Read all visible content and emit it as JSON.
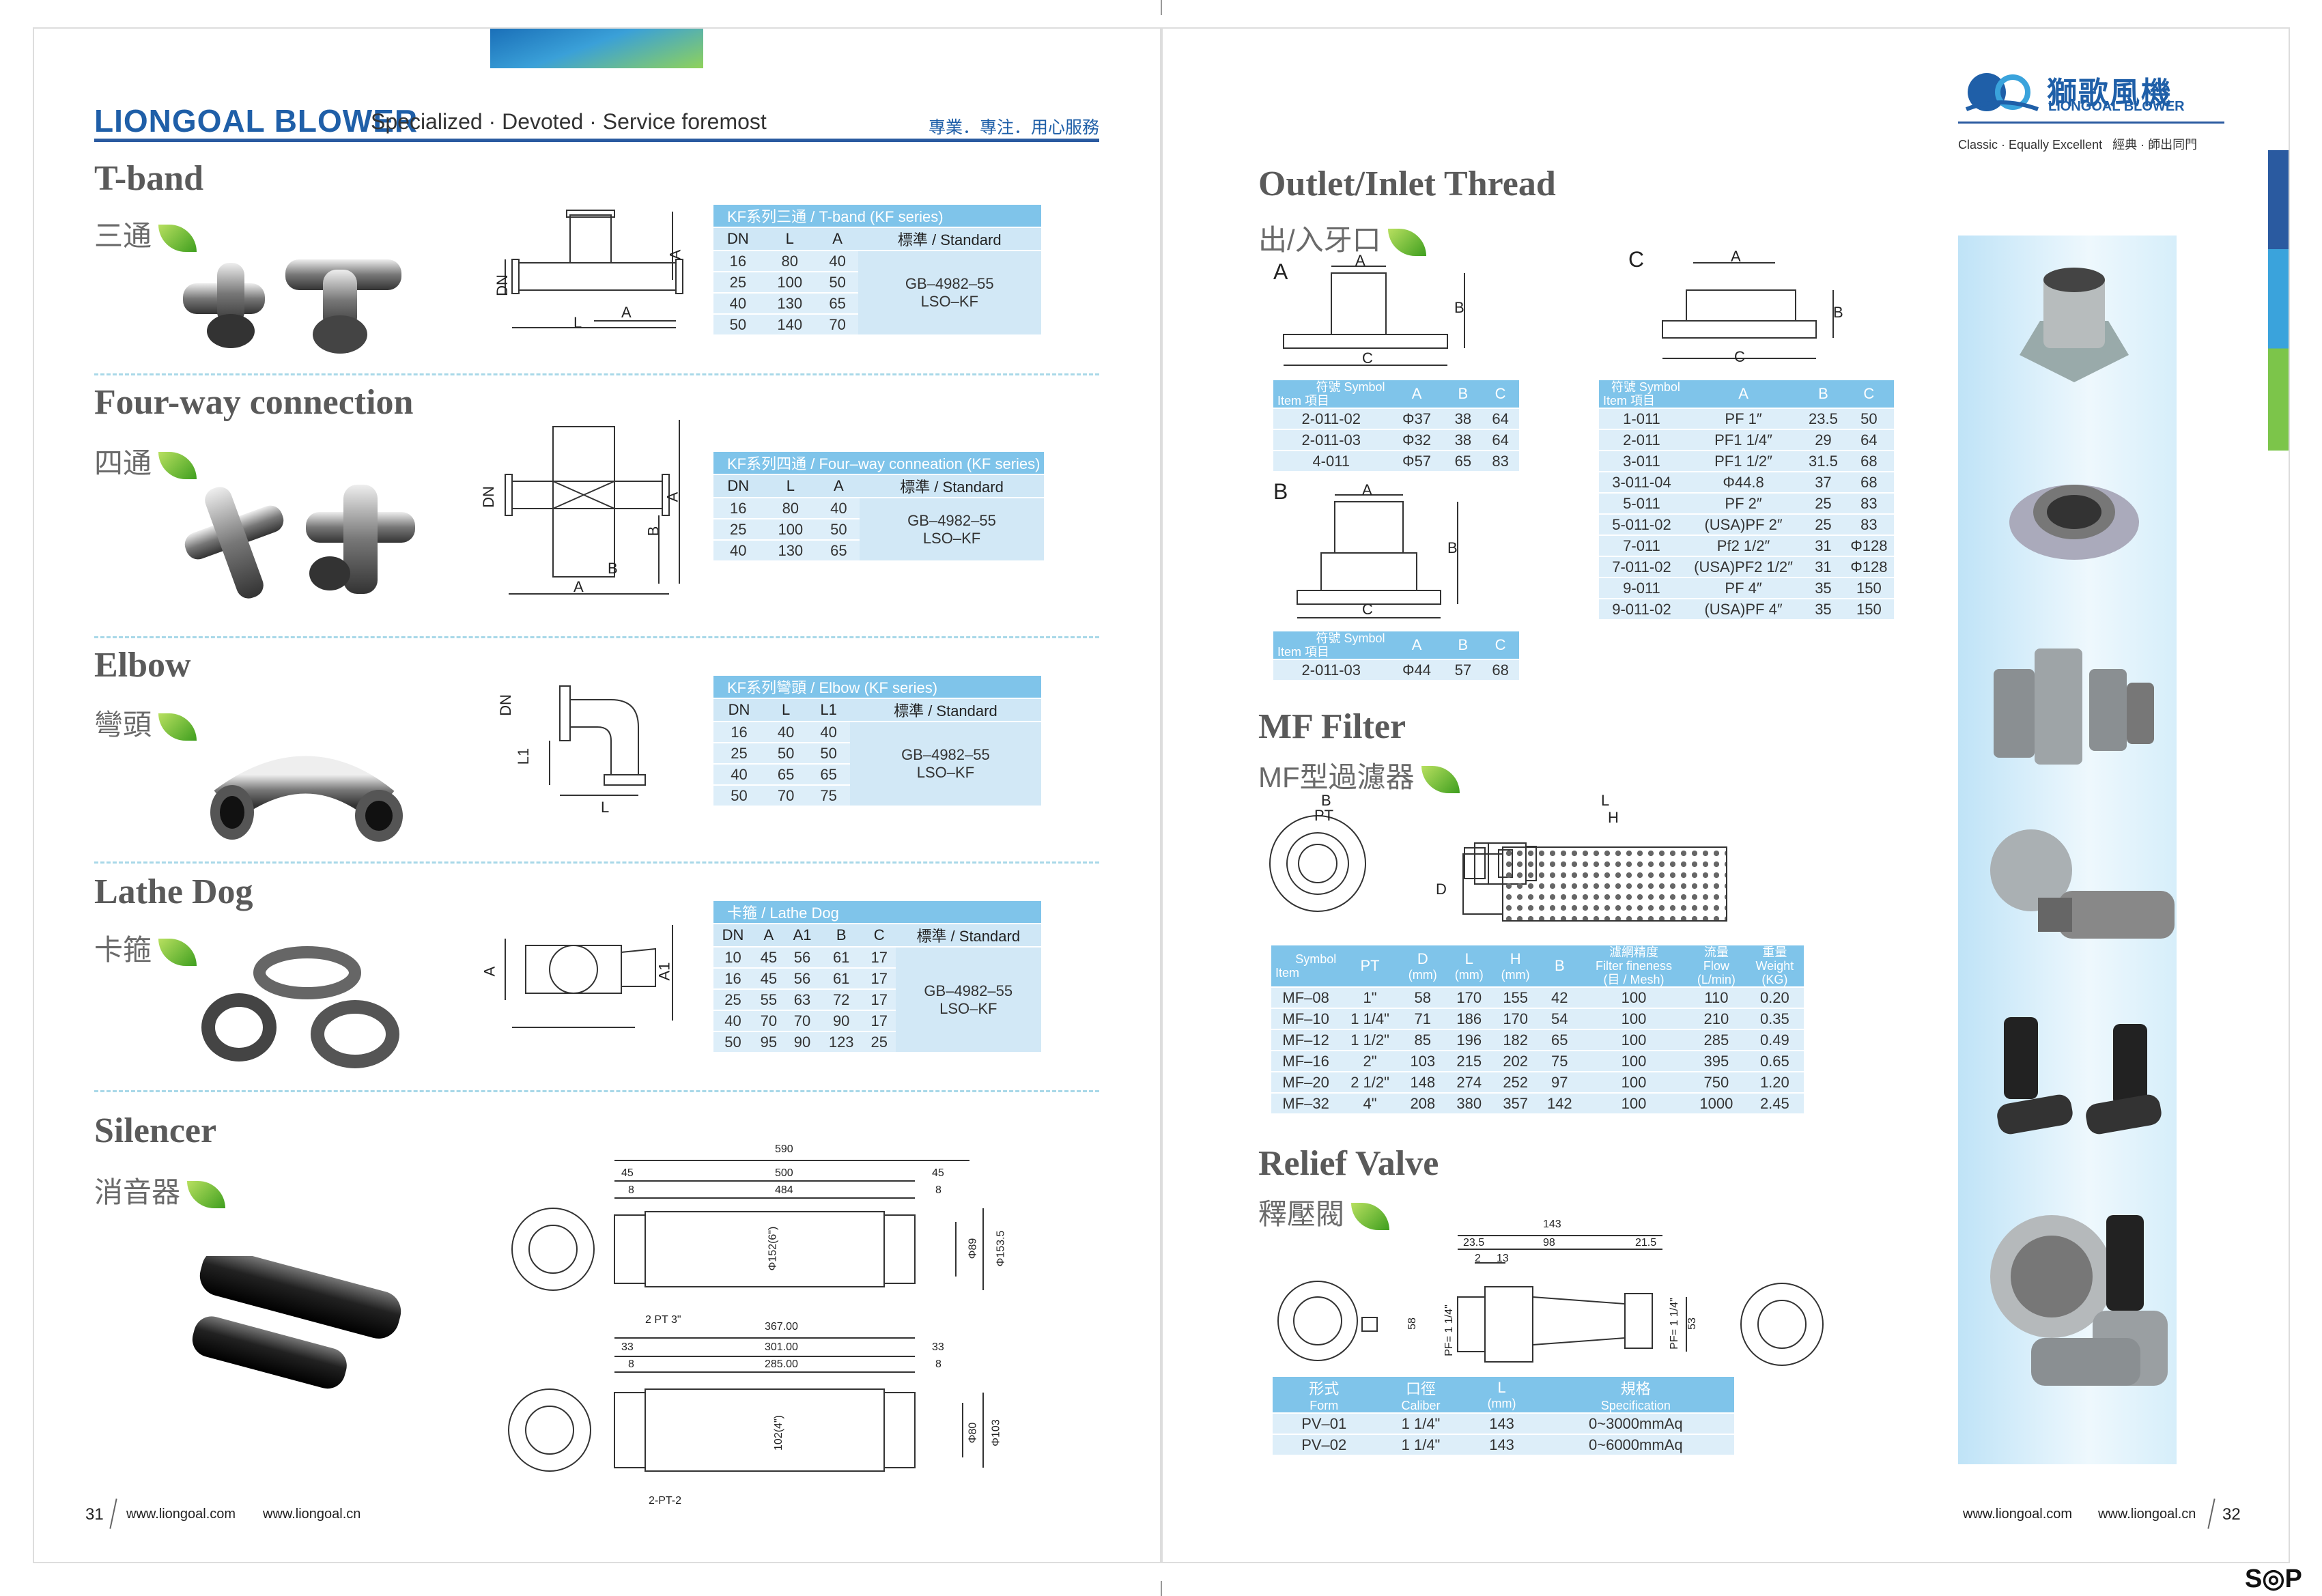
{
  "header_left": {
    "logo": "LIONGOAL BLOWER",
    "slogan": "Specialized · Devoted · Service foremost",
    "slogan_cn": "專業．專注．用心服務"
  },
  "header_right": {
    "logo_cn": "獅歌風機",
    "logo_en": "LIONGOAL BLOWER",
    "tagline": "Classic · Equally Excellent",
    "tagline_cn": "經典 · 師出同門"
  },
  "tband": {
    "title": "T-band",
    "cn": "三通",
    "caption": "KF系列三通 / T-band (KF series)",
    "headers": [
      "DN",
      "L",
      "A",
      "標準 / Standard"
    ],
    "rows": [
      [
        "16",
        "80",
        "40"
      ],
      [
        "25",
        "100",
        "50"
      ],
      [
        "40",
        "130",
        "65"
      ],
      [
        "50",
        "140",
        "70"
      ]
    ],
    "standard": [
      "GB–4982–55",
      "LSO–KF"
    ],
    "dims": {
      "dn": "DN",
      "l": "L",
      "a": "A"
    }
  },
  "fourway": {
    "title": "Four-way connection",
    "cn": "四通",
    "caption": "KF系列四通 / Four–way conneation (KF series)",
    "headers": [
      "DN",
      "L",
      "A",
      "標準 / Standard"
    ],
    "rows": [
      [
        "16",
        "80",
        "40"
      ],
      [
        "25",
        "100",
        "50"
      ],
      [
        "40",
        "130",
        "65"
      ]
    ],
    "standard": [
      "GB–4982–55",
      "LSO–KF"
    ],
    "dims": {
      "dn": "DN",
      "a": "A",
      "b": "B"
    }
  },
  "elbow": {
    "title": "Elbow",
    "cn": "彎頭",
    "caption": "KF系列彎頭 / Elbow (KF series)",
    "headers": [
      "DN",
      "L",
      "L1",
      "標準 / Standard"
    ],
    "rows": [
      [
        "16",
        "40",
        "40"
      ],
      [
        "25",
        "50",
        "50"
      ],
      [
        "40",
        "65",
        "65"
      ],
      [
        "50",
        "70",
        "75"
      ]
    ],
    "standard": [
      "GB–4982–55",
      "LSO–KF"
    ],
    "dims": {
      "dn": "DN",
      "l": "L",
      "l1": "L1"
    }
  },
  "lathedog": {
    "title": "Lathe Dog",
    "cn": "卡箍",
    "caption": "卡箍 / Lathe Dog",
    "headers": [
      "DN",
      "A",
      "A1",
      "B",
      "C",
      "標準 / Standard"
    ],
    "rows": [
      [
        "10",
        "45",
        "56",
        "61",
        "17"
      ],
      [
        "16",
        "45",
        "56",
        "61",
        "17"
      ],
      [
        "25",
        "55",
        "63",
        "72",
        "17"
      ],
      [
        "40",
        "70",
        "70",
        "90",
        "17"
      ],
      [
        "50",
        "95",
        "90",
        "123",
        "25"
      ]
    ],
    "standard": [
      "GB–4982–55",
      "LSO–KF"
    ],
    "dims": {
      "a": "A",
      "a1": "A1"
    }
  },
  "silencer": {
    "title": "Silencer",
    "cn": "消音器",
    "d1": {
      "total": "590",
      "l45a": "45",
      "l45b": "45",
      "l500": "500",
      "l8a": "8",
      "l8b": "8",
      "l484": "484",
      "phi": "Φ152(6\")",
      "phi89": "Φ89",
      "phi153": "Φ153.5",
      "pt": "2 PT 3\""
    },
    "d2": {
      "total": "367.00",
      "l33a": "33",
      "l33b": "33",
      "l301": "301.00",
      "l8a": "8",
      "l8b": "8",
      "l285": "285.00",
      "phi": "102(4\")",
      "phi80": "Φ80",
      "phi103": "Φ103",
      "pt": "2-PT-2"
    }
  },
  "footer_left": {
    "page": "31",
    "site1": "www.liongoal.com",
    "site2": "www.liongoal.cn"
  },
  "outlet": {
    "title": "Outlet/Inlet Thread",
    "cn": "出/入牙口",
    "labelA": "A",
    "labelB": "B",
    "labelC": "C",
    "dimA": "A",
    "dimB": "B",
    "dimC": "C",
    "symbol": "Symbol",
    "item": "Item",
    "sym_cn": "符號",
    "item_cn": "項目",
    "tableA": {
      "headers": [
        "A",
        "B",
        "C"
      ],
      "rows": [
        [
          "2-011-02",
          "Φ37",
          "38",
          "64"
        ],
        [
          "2-011-03",
          "Φ32",
          "38",
          "64"
        ],
        [
          "4-011",
          "Φ57",
          "65",
          "83"
        ]
      ]
    },
    "tableB": {
      "headers": [
        "A",
        "B",
        "C"
      ],
      "rows": [
        [
          "2-011-03",
          "Φ44",
          "57",
          "68"
        ]
      ]
    },
    "tableC": {
      "headers": [
        "A",
        "B",
        "C"
      ],
      "rows": [
        [
          "1-011",
          "PF 1″",
          "23.5",
          "50"
        ],
        [
          "2-011",
          "PF1 1/4″",
          "29",
          "64"
        ],
        [
          "3-011",
          "PF1 1/2″",
          "31.5",
          "68"
        ],
        [
          "3-011-04",
          "Φ44.8",
          "37",
          "68"
        ],
        [
          "5-011",
          "PF 2″",
          "25",
          "83"
        ],
        [
          "5-011-02",
          "(USA)PF 2″",
          "25",
          "83"
        ],
        [
          "7-011",
          "Pf2 1/2″",
          "31",
          "Φ128"
        ],
        [
          "7-011-02",
          "(USA)PF2 1/2″",
          "31",
          "Φ128"
        ],
        [
          "9-011",
          "PF 4″",
          "35",
          "150"
        ],
        [
          "9-011-02",
          "(USA)PF 4″",
          "35",
          "150"
        ]
      ]
    }
  },
  "mf": {
    "title": "MF Filter",
    "cn": "MF型過濾器",
    "dims": {
      "b": "B",
      "pt": "PT",
      "l": "L",
      "h": "H",
      "d": "D"
    },
    "headers": [
      "PT",
      "D",
      "L",
      "H",
      "B",
      "濾網精度",
      "流量",
      "重量"
    ],
    "units": [
      "(mm)",
      "(mm)",
      "(mm)",
      "Filter fineness",
      "Flow",
      "Weight"
    ],
    "sub_units": [
      "(目 / Mesh)",
      "(L/min)",
      "(KG)"
    ],
    "rows": [
      [
        "MF–08",
        "1\"",
        "58",
        "170",
        "155",
        "42",
        "100",
        "110",
        "0.20"
      ],
      [
        "MF–10",
        "1 1/4\"",
        "71",
        "186",
        "170",
        "54",
        "100",
        "210",
        "0.35"
      ],
      [
        "MF–12",
        "1 1/2\"",
        "85",
        "196",
        "182",
        "65",
        "100",
        "285",
        "0.49"
      ],
      [
        "MF–16",
        "2\"",
        "103",
        "215",
        "202",
        "75",
        "100",
        "395",
        "0.65"
      ],
      [
        "MF–20",
        "2 1/2\"",
        "148",
        "274",
        "252",
        "97",
        "100",
        "750",
        "1.20"
      ],
      [
        "MF–32",
        "4\"",
        "208",
        "380",
        "357",
        "142",
        "100",
        "1000",
        "2.45"
      ]
    ]
  },
  "relief": {
    "title": "Relief Valve",
    "cn": "釋壓閥",
    "dims": {
      "d143": "143",
      "d235": "23.5",
      "d98": "98",
      "d215": "21.5",
      "d2": "2",
      "d13": "13",
      "d58": "58",
      "pf1": "PF= 1 1/4\"",
      "pf2": "PF= 1 1/4\"",
      "d53": "53"
    },
    "headers": [
      [
        "形式",
        "Form"
      ],
      [
        "口徑",
        "Caliber"
      ],
      [
        "L",
        "(mm)"
      ],
      [
        "規格",
        "Specification"
      ]
    ],
    "rows": [
      [
        "PV–01",
        "1 1/4\"",
        "143",
        "0~3000mmAq"
      ],
      [
        "PV–02",
        "1 1/4\"",
        "143",
        "0~6000mmAq"
      ]
    ]
  },
  "footer_right": {
    "page": "32",
    "site1": "www.liongoal.com",
    "site2": "www.liongoal.cn"
  },
  "corner": "S◎P"
}
